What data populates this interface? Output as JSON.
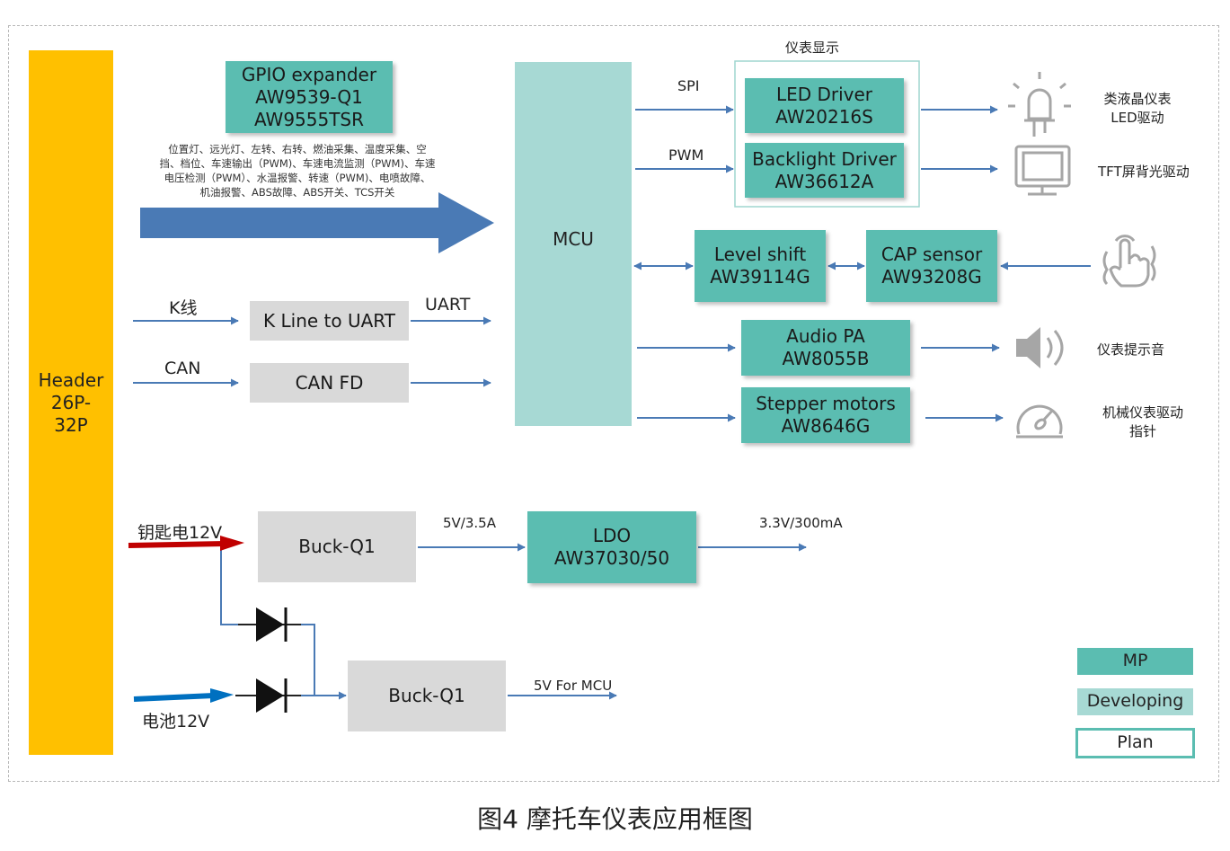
{
  "caption": "图4 摩托车仪表应用框图",
  "header_block": {
    "line1": "Header",
    "line2": "26P-",
    "line3": "32P"
  },
  "gpio": {
    "line1": "GPIO expander",
    "line2": "AW9539-Q1",
    "line3": "AW9555TSR"
  },
  "gpio_desc": {
    "line1": "位置灯、远光灯、左转、右转、燃油采集、温度采集、空",
    "line2": "挡、档位、车速输出（PWM)、车速电流监测（PWM)、车速",
    "line3": "电压检测（PWM）、水温报警、转速（PWM)、电喷故障、",
    "line4": "机油报警、ABS故障、ABS开关、TCS开关"
  },
  "mcu": "MCU",
  "dashboard_label": "仪表显示",
  "spi": "SPI",
  "pwm": "PWM",
  "led_driver": {
    "line1": "LED Driver",
    "line2": "AW20216S"
  },
  "backlight_driver": {
    "line1": "Backlight Driver",
    "line2": "AW36612A"
  },
  "led_out": {
    "line1": "类液晶仪表",
    "line2": "LED驱动"
  },
  "tft_out": "TFT屏背光驱动",
  "level_shift": {
    "line1": "Level shift",
    "line2": "AW39114G"
  },
  "cap_sensor": {
    "line1": "CAP sensor",
    "line2": "AW93208G"
  },
  "audio_pa": {
    "line1": "Audio PA",
    "line2": "AW8055B"
  },
  "audio_out": "仪表提示音",
  "stepper": {
    "line1": "Stepper motors",
    "line2": "AW8646G"
  },
  "stepper_out": {
    "line1": "机械仪表驱动",
    "line2": "指针"
  },
  "kline_label": "K线",
  "kline_box": "K Line to UART",
  "uart": "UART",
  "can_label": "CAN",
  "canfd_box": "CAN FD",
  "key12v": "钥匙电12V",
  "buck1": "Buck-Q1",
  "v5_35": "5V/3.5A",
  "ldo": {
    "line1": "LDO",
    "line2": "AW37030/50"
  },
  "v33": "3.3V/300mA",
  "battery": "电池12V",
  "buck2": "Buck-Q1",
  "v5mcu": "5V For MCU",
  "legend": {
    "mp": "MP",
    "developing": "Developing",
    "plan": "Plan"
  },
  "colors": {
    "teal": "#5bbdb1",
    "light_teal": "#a7d9d4",
    "gray": "#d9d9d9",
    "yellow": "#ffc000",
    "arrow_blue": "#2e75b6",
    "key_red": "#c00000",
    "battery_blue": "#0070c0"
  }
}
